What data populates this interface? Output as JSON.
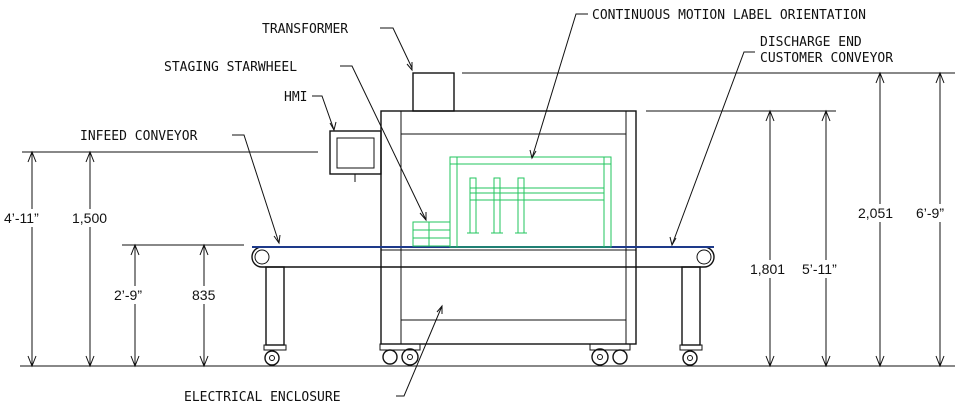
{
  "labels": {
    "transformer": "TRANSFORMER",
    "continuous_motion": "CONTINUOUS MOTION LABEL ORIENTATION",
    "discharge_line1": "DISCHARGE END",
    "discharge_line2": "CUSTOMER CONVEYOR",
    "staging_starwheel": "STAGING STARWHEEL",
    "hmi": "HMI",
    "infeed_conveyor": "INFEED CONVEYOR",
    "electrical_enclosure": "ELECTRICAL ENCLOSURE"
  },
  "dimensions": {
    "left_outer_imperial": "4’-11”",
    "left_outer_metric": "1,500",
    "left_inner_imperial": "2’-9”",
    "left_inner_metric": "835",
    "right_frame_metric": "1,801",
    "right_frame_imperial": "5’-11”",
    "right_total_metric": "2,051",
    "right_total_imperial": "6’-9”"
  },
  "colors": {
    "line": "#111111",
    "labeler_module": "#22c55e",
    "conveyor_belt": "#1e3a8a"
  }
}
